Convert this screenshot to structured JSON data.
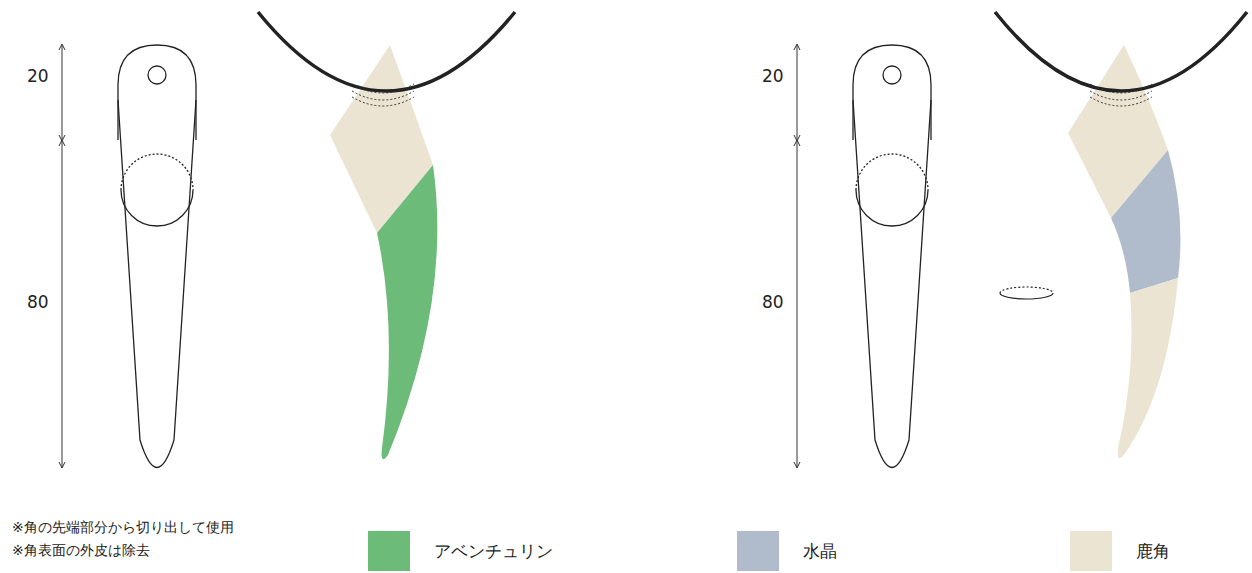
{
  "diagram": {
    "labels": [
      "20",
      "80",
      "20",
      "80",
      "※角の先端部分から切り出して使用",
      "※角表面の外皮は除去"
    ],
    "legend": [
      {
        "text": "アベンチュリン",
        "color": "#6dbb78"
      },
      {
        "text": "水晶",
        "color": "#b0bccb"
      },
      {
        "text": "鹿角",
        "color": "#ebe4d2"
      }
    ]
  }
}
